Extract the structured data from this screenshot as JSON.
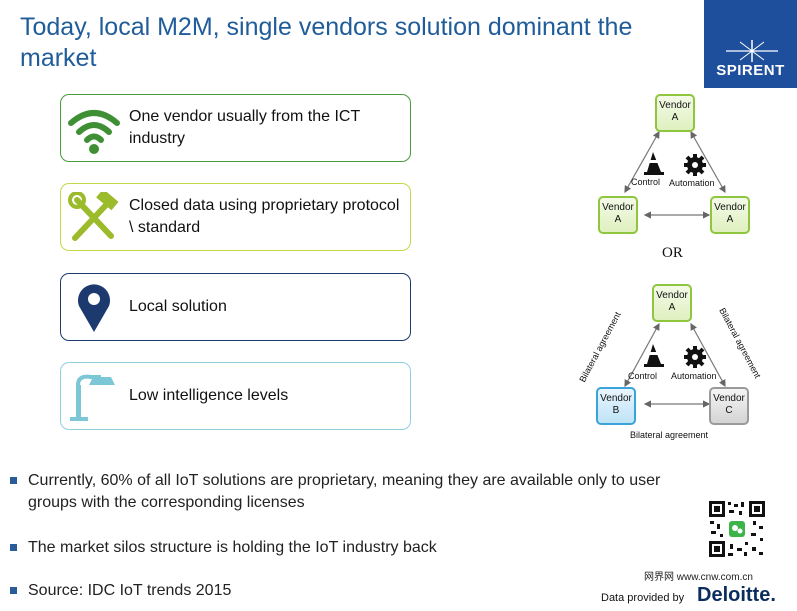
{
  "title": "Today, local M2M, single vendors solution dominant the market",
  "logo": {
    "text": "SPIRENT"
  },
  "features": [
    {
      "text": "One vendor usually from the ICT industry",
      "icon": "wifi-icon",
      "color": "#4a9a3e"
    },
    {
      "text": "Closed data using proprietary protocol \\ standard",
      "icon": "tools-icon",
      "color": "#9bbb2a"
    },
    {
      "text": "Local solution",
      "icon": "location-pin-icon",
      "color": "#1d3a6e"
    },
    {
      "text": "Low intelligence levels",
      "icon": "street-lamp-icon",
      "color": "#7cc7d6"
    }
  ],
  "diagram_top": {
    "vendor_top": "Vendor A",
    "vendor_left": "Vendor A",
    "vendor_right": "Vendor A",
    "control": "Control",
    "automation": "Automation"
  },
  "or_label": "OR",
  "diagram_bottom": {
    "vendor_top": "Vendor A",
    "vendor_left": "Vendor B",
    "vendor_right": "Vendor C",
    "control": "Control",
    "automation": "Automation",
    "left_agreement": "Bilateral agreement",
    "right_agreement": "Bilateral agreement",
    "bottom_agreement": "Bilateral agreement"
  },
  "bullets": [
    "Currently, 60% of all IoT solutions are proprietary, meaning they are available only to user groups with the corresponding licenses",
    "The market silos structure is holding the IoT industry back",
    "Source: IDC IoT trends 2015"
  ],
  "watermark": "网界网 www.cnw.com.cn",
  "footer": {
    "provided_by": "Data provided by",
    "brand": "Deloitte."
  }
}
